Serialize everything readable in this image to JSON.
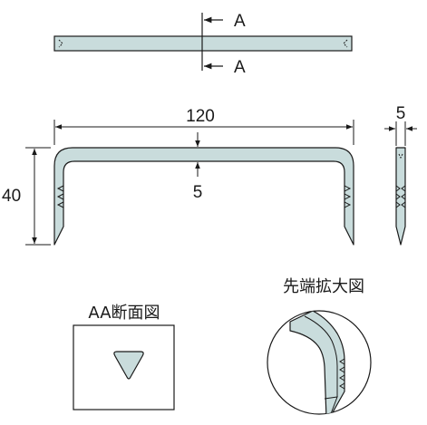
{
  "labels": {
    "section_marker_top": "A",
    "section_marker_bottom": "A",
    "length_dim": "120",
    "height_dim": "40",
    "thickness_top_dim": "5",
    "side_width_dim": "5",
    "section_view_title": "AA断面図",
    "detail_view_title": "先端拡大図"
  },
  "colors": {
    "part_fill": "#c9dcdc",
    "stroke": "#1a1a1a",
    "background": "#ffffff"
  }
}
